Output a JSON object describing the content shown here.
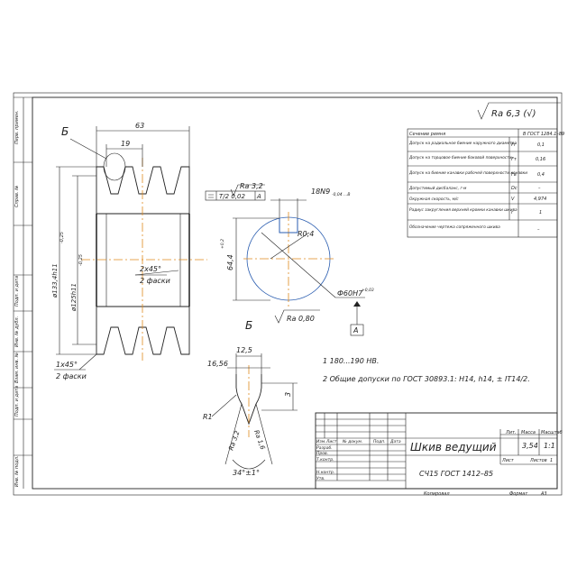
{
  "roughness_general": "Ra 6,3 (√)",
  "section_label_b_top": "Б",
  "section_label_b_bottom": "Б",
  "dims": {
    "width_63": "63",
    "groove_19": "19",
    "dia_outer": "ø133,4h11",
    "dia_outer_tol": "-0,25",
    "dia_inner": "ø125h11",
    "dia_inner_tol": "-0,25",
    "chamfer_2x45": "2х45°",
    "chamfer_2_note": "2 фаски",
    "chamfer_1x45": "1х45°",
    "chamfer_1_note": "2 фаски",
    "ra_32": "Ra 3,2",
    "runout": "T/2 0,02",
    "datum_a_ref": "A",
    "key_18": "18N9",
    "key_18_tol": "-0,04 ...B",
    "r04": "R0,4",
    "dim_644": "64,4",
    "dim_644_tol": "+0,2",
    "bore_60": "Ф60H7",
    "bore_60_tol": "+0,03",
    "ra_080": "Ra 0,80",
    "datum_a": "A",
    "groove_125": "12,5",
    "groove_1656": "16,56",
    "r1": "R1",
    "ra_32_b": "Ra 3,2",
    "ra_16_b": "Ra 1,6",
    "angle_34": "34°±1°",
    "v3": "3"
  },
  "notes": [
    "1  180...190 НВ.",
    "2  Общие допуски по ГОСТ 30893.1: H14, h14, ± IT14/2."
  ],
  "param_table": {
    "header": [
      "Сечение ремня",
      "",
      "В ГОСТ 1284.1–89"
    ],
    "rows": [
      [
        "Допуск на радиальное биение наружного диаметра",
        "Fr",
        "0,1"
      ],
      [
        "Допуск на торцовое биение боковой поверхности",
        "Fт",
        "0,16"
      ],
      [
        "Допуск на биение канавки рабочей поверхности канавки",
        "Fв",
        "0,4"
      ],
      [
        "Допустимый дисбаланс, г·м",
        "Dс",
        "–"
      ],
      [
        "Окружная скорость, м/с",
        "V",
        "4,974"
      ],
      [
        "Радиус закругления верхней кромки канавки шкива",
        "r",
        "1"
      ],
      [
        "Обозначение чертежа сопряженного шкива",
        "",
        "–"
      ]
    ]
  },
  "side_stamps": [
    "Перв. примен.",
    "Справ. №",
    "Подп. и дата",
    "Инв. № дубл.",
    "Взам. инв. №",
    "Подп. и дата",
    "Инв. № подл."
  ],
  "title_block": {
    "name": "Шкив ведущий",
    "material": "СЧ15 ГОСТ 1412–85",
    "col_lit": "Лит.",
    "col_mass": "Масса",
    "col_scale": "Масштаб",
    "mass": "3,54",
    "scale": "1:1",
    "sheet": "Лист",
    "sheets": "Листов",
    "sheets_val": "1",
    "rows_labels": [
      "Изм.",
      "Лист",
      "№ докум.",
      "Подп.",
      "Дата"
    ],
    "roles": [
      "Разраб.",
      "Пров.",
      "Т.контр.",
      "Н.контр.",
      "Утв."
    ],
    "copied": "Копировал",
    "format": "Формат",
    "format_val": "А3"
  }
}
